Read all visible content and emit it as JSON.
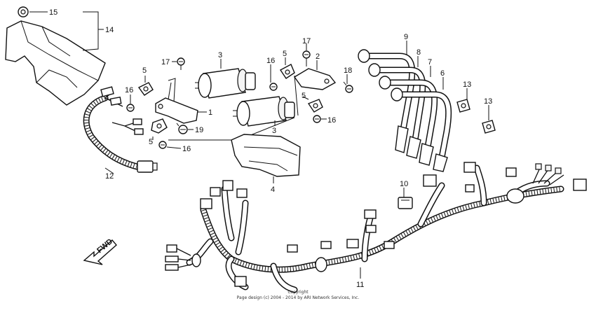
{
  "diagram": {
    "callouts": [
      "1",
      "2",
      "3",
      "3",
      "4",
      "5",
      "5",
      "5",
      "5",
      "6",
      "7",
      "8",
      "9",
      "10",
      "11",
      "12",
      "13",
      "13",
      "14",
      "15",
      "16",
      "16",
      "16",
      "16",
      "17",
      "17",
      "18",
      "19"
    ],
    "direction_label": "FWD",
    "copyright": "Copyright",
    "copyright_line2": "Page design (c) 2004 - 2014 by ARI Network Services, Inc."
  }
}
